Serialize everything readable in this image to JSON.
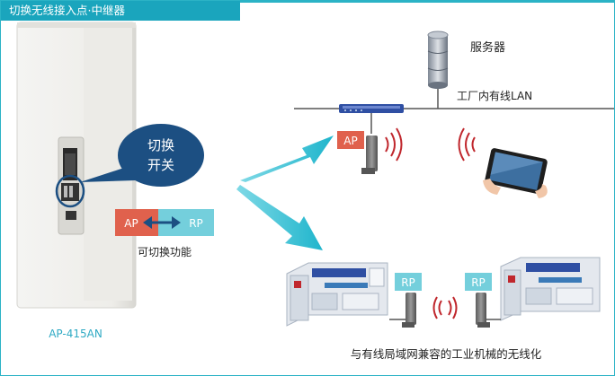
{
  "header": {
    "title": "切换无线接入点·中继器"
  },
  "device": {
    "model": "AP-415AN"
  },
  "callout": {
    "line1": "切换",
    "line2": "开关"
  },
  "mode_toggle": {
    "left_label": "AP",
    "right_label": "RP",
    "caption": "可切换功能"
  },
  "network": {
    "server_label": "服务器",
    "lan_label": "工厂内有线LAN",
    "ap_badge": "AP",
    "rp_badge_left": "RP",
    "rp_badge_right": "RP",
    "machines_caption": "与有线局域网兼容的工业机械的无线化"
  },
  "colors": {
    "accent": "#1aa5bd",
    "arrow": "#29c1d6",
    "ap_badge": "#e0614d",
    "rp_badge": "#74cfdc",
    "callout": "#1c4f82",
    "signal": "#c0272d"
  }
}
